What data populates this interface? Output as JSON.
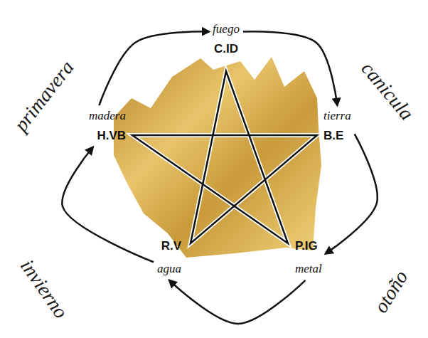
{
  "diagram": {
    "nodes": [
      {
        "text": [
          "fuego",
          "C.ID"
        ]
      },
      {
        "text": [
          "madera",
          "H.VB"
        ]
      },
      {
        "text": [
          "tierra",
          "B.E"
        ]
      },
      {
        "text": [
          "R.V",
          "agua"
        ]
      },
      {
        "text": [
          "P.IG",
          "metal"
        ]
      }
    ],
    "edges": [
      {
        "from": 1,
        "to": 0,
        "arrow": "to"
      },
      {
        "from": 0,
        "to": 2,
        "arrow": "to"
      },
      {
        "from": 2,
        "to": 4,
        "arrow": "to"
      },
      {
        "from": 4,
        "to": 3,
        "arrow": "to"
      },
      {
        "from": 3,
        "to": 1,
        "arrow": "to"
      }
    ],
    "labels": [
      "primavera",
      "canicula",
      "otoño",
      "invierno"
    ]
  }
}
